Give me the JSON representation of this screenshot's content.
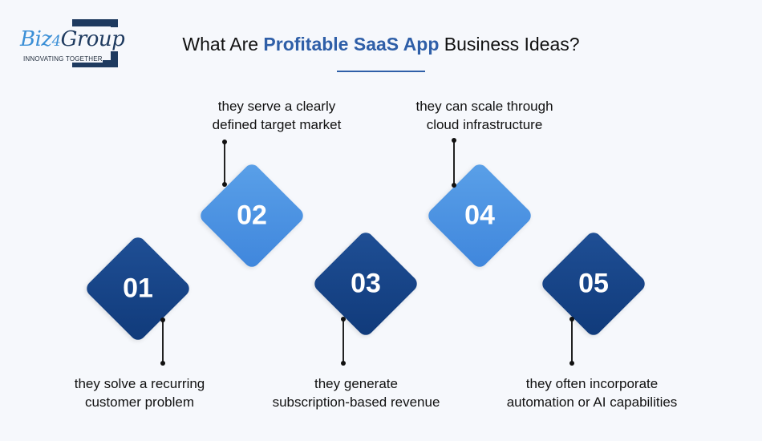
{
  "logo": {
    "word_part1": "Biz",
    "word_part2": "4",
    "word_part3": "Group",
    "tagline": "INNOVATING TOGETHER"
  },
  "title": {
    "pre": "What Are ",
    "highlight": "Profitable SaaS App",
    "post": " Business Ideas?"
  },
  "colors": {
    "dark": "#1a4589",
    "light": "#4d95e2",
    "accent": "#2f5fa8"
  },
  "steps": [
    {
      "number": "01",
      "line1": "they solve a recurring",
      "line2": "customer problem"
    },
    {
      "number": "02",
      "line1": "they serve a clearly",
      "line2": "defined target market"
    },
    {
      "number": "03",
      "line1": "they generate",
      "line2": "subscription-based revenue"
    },
    {
      "number": "04",
      "line1": "they can scale through",
      "line2": "cloud infrastructure"
    },
    {
      "number": "05",
      "line1": "they often incorporate",
      "line2": "automation or AI capabilities"
    }
  ]
}
